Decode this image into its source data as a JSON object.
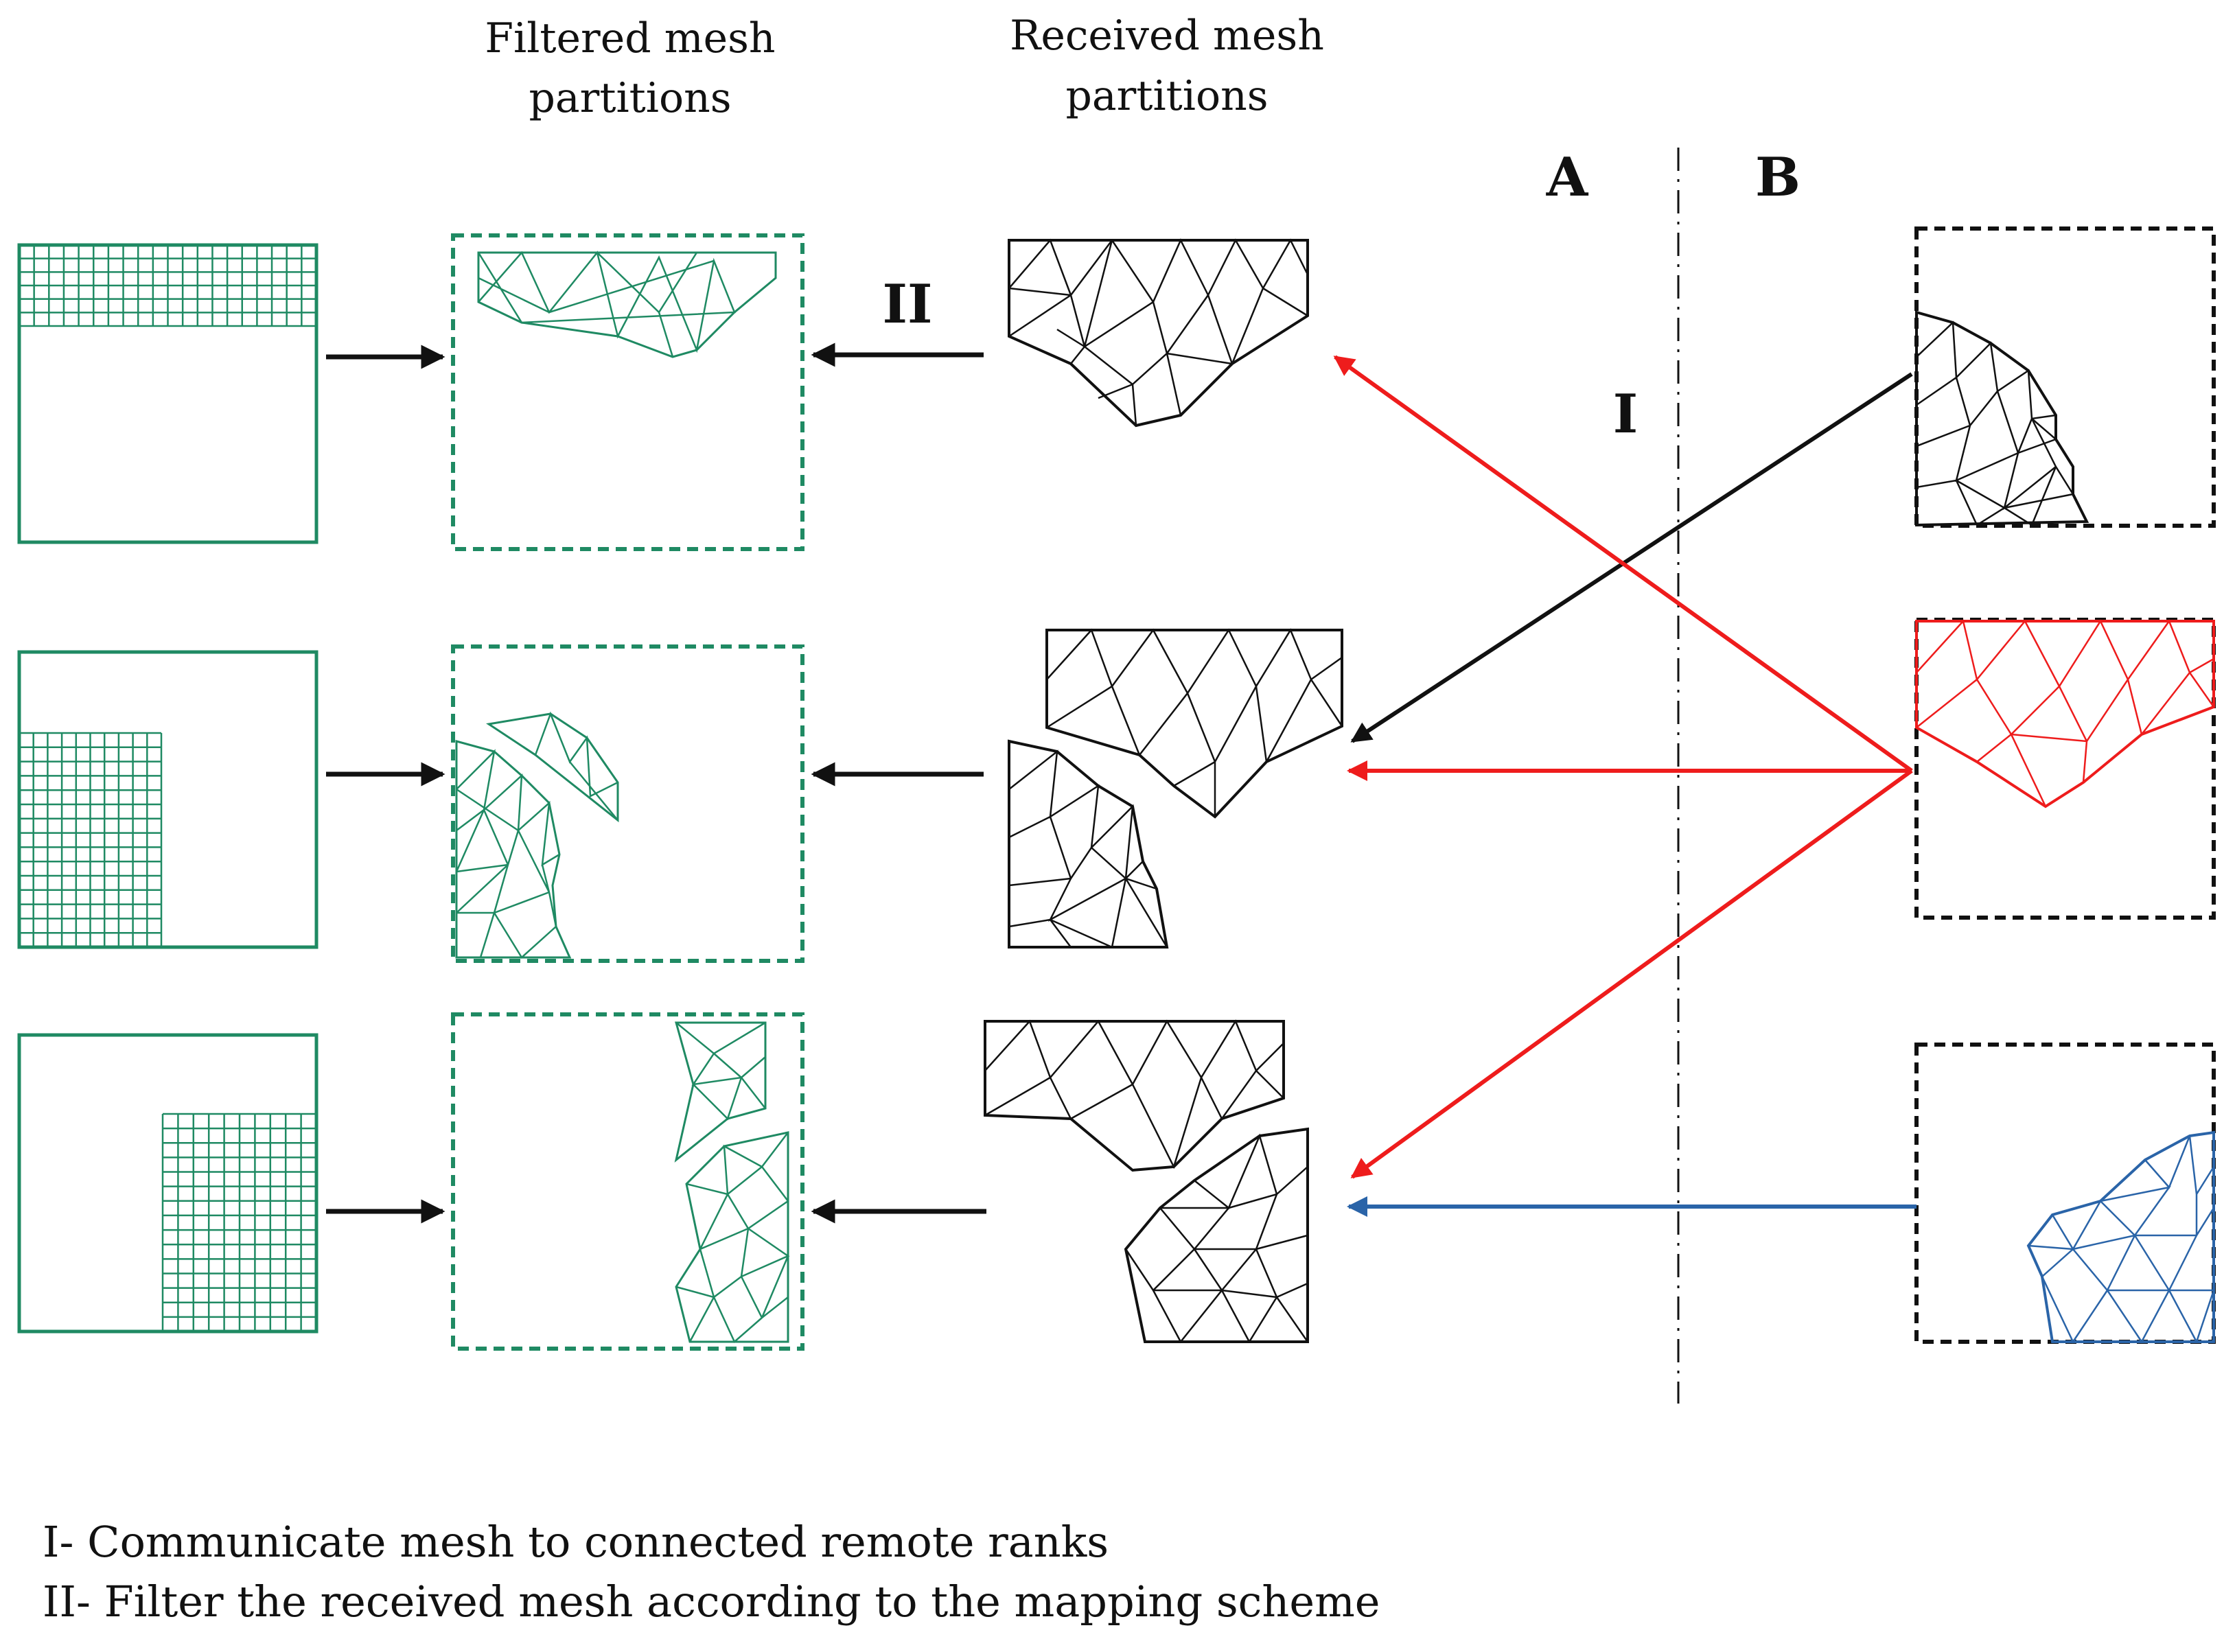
{
  "headers": {
    "filtered": [
      "Filtered mesh",
      "partitions"
    ],
    "received": [
      "Received mesh",
      "partitions"
    ]
  },
  "regions": {
    "a": "A",
    "b": "B"
  },
  "steps": {
    "one": "I",
    "two": "II"
  },
  "legend": [
    "I- Communicate mesh to connected remote ranks",
    "II- Filter the received mesh according to the mapping scheme"
  ],
  "colors": {
    "green": "#1f8a63",
    "black": "#111111",
    "red": "#ee1c1c",
    "blue": "#2a64a8"
  }
}
